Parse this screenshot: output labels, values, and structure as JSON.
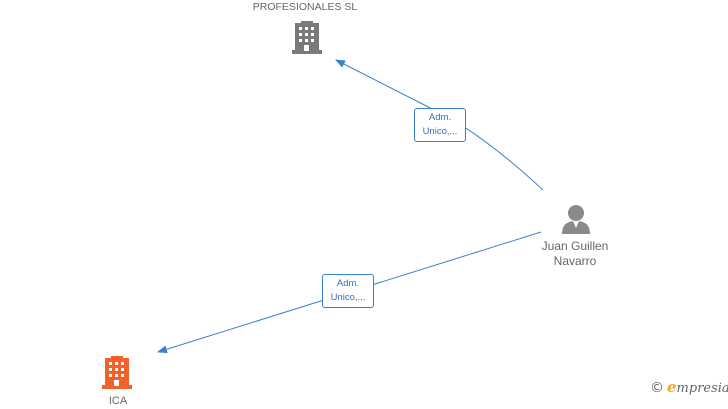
{
  "nodes": {
    "company_top": {
      "label": "PROFESIONALES SL",
      "icon": "building-icon",
      "color": "#7a7a7a"
    },
    "person": {
      "label_line1": "Juan Guillen",
      "label_line2": "Navarro",
      "icon": "person-icon",
      "color": "#8a8a8a"
    },
    "company_bottom": {
      "label": "ICA",
      "icon": "building-icon",
      "color": "#f2612c"
    }
  },
  "edges": [
    {
      "from": "person",
      "to": "company_top",
      "label_line1": "Adm.",
      "label_line2": "Unico,..."
    },
    {
      "from": "person",
      "to": "company_bottom",
      "label_line1": "Adm.",
      "label_line2": "Unico,..."
    }
  ],
  "colors": {
    "edge": "#3b7fd0"
  },
  "brand": {
    "copyright": "©",
    "first_letter": "e",
    "rest": "mpresia"
  }
}
